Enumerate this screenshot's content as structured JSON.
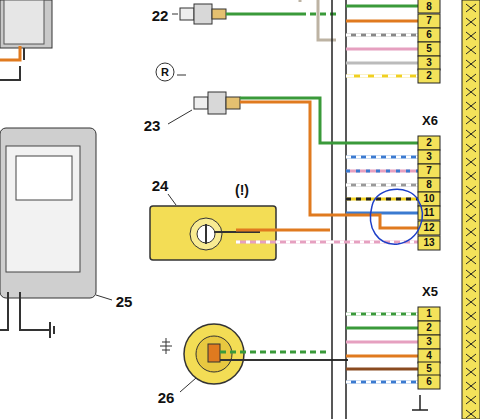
{
  "diagram": {
    "labels": [
      "22",
      "R",
      "23",
      "(!)",
      "24",
      "25",
      "26",
      "8",
      "7",
      "6",
      "5",
      "3",
      "2",
      "X6",
      "2",
      "3",
      "7",
      "8",
      "10",
      "11",
      "12",
      "13",
      "X5",
      "1",
      "2",
      "3",
      "4",
      "5",
      "6"
    ]
  }
}
